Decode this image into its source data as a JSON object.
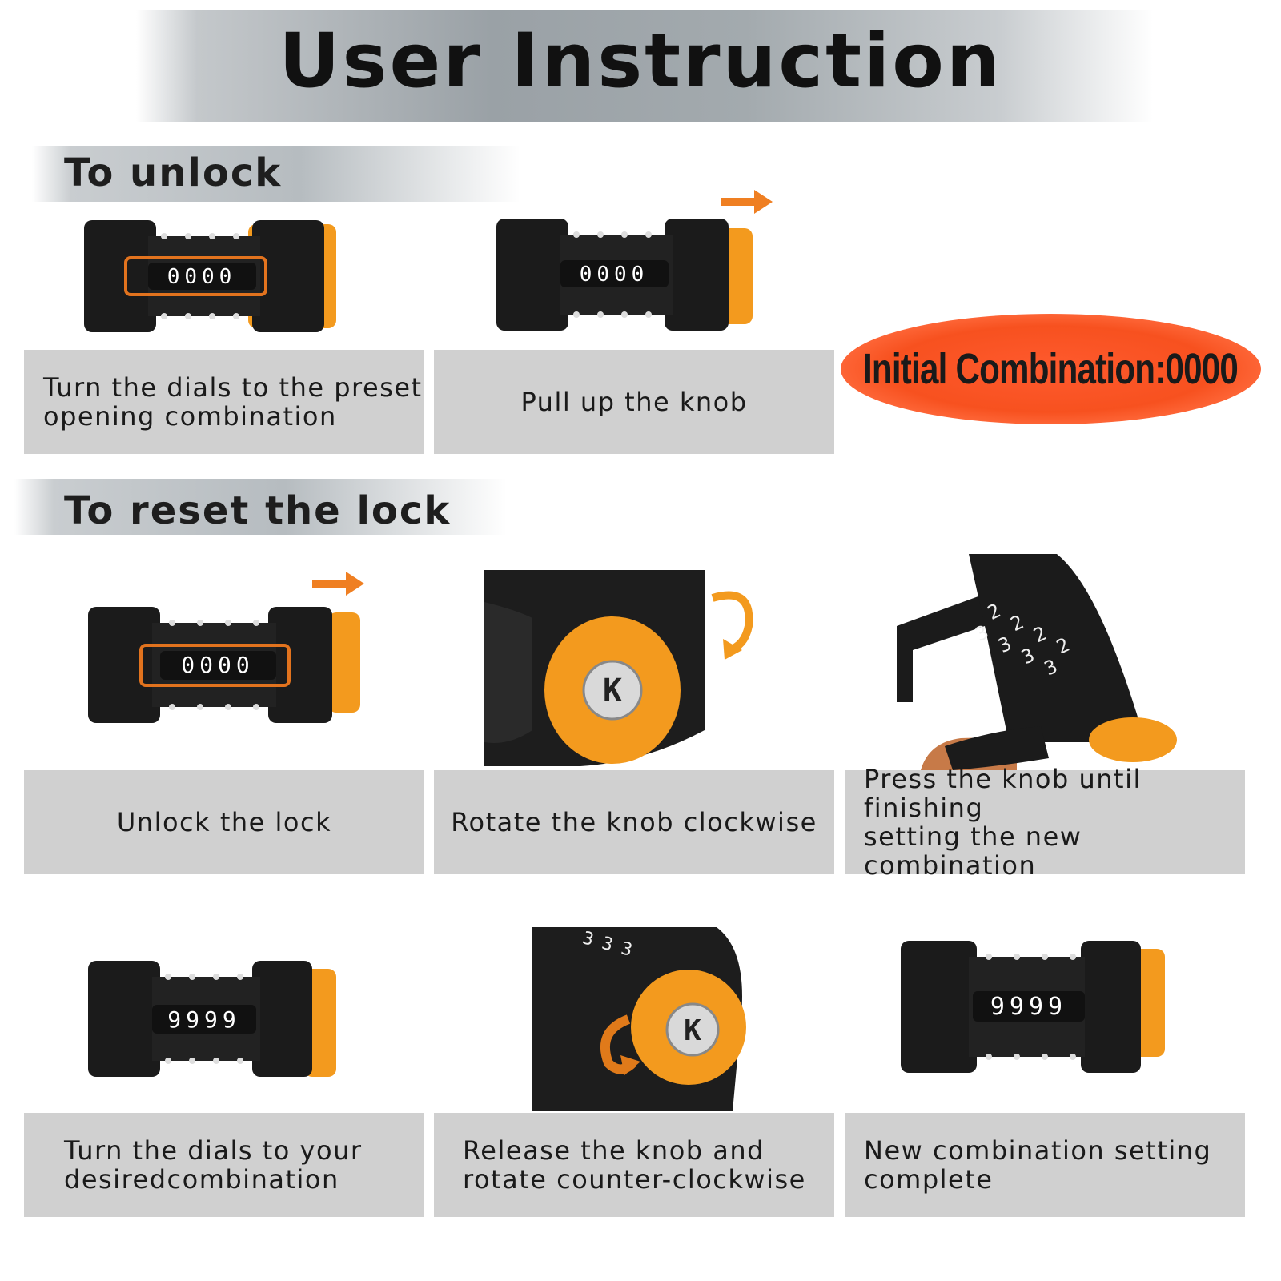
{
  "header": {
    "title": "User Instruction"
  },
  "unlock_section": {
    "heading": "To unlock",
    "steps": [
      {
        "caption": "Turn the dials to the preset\nopening combination",
        "dials": "0000"
      },
      {
        "caption": "Pull up the knob",
        "dials": "0000"
      }
    ],
    "badge": "Initial Combination:0000"
  },
  "reset_section": {
    "heading": "To reset the lock",
    "steps": [
      {
        "caption": "Unlock the lock",
        "dials": "0000"
      },
      {
        "caption": "Rotate the knob clockwise"
      },
      {
        "caption": "Press the knob until finishing\nsetting the new combination",
        "dials": "2222 / 3333"
      },
      {
        "caption": "Turn the dials to your\ndesiredcombination",
        "dials": "9999"
      },
      {
        "caption": "Release the knob and\nrotate counter-clockwise"
      },
      {
        "caption": "New combination setting\ncomplete",
        "dials": "9999"
      }
    ]
  },
  "colors": {
    "accent_orange": "#f39a1e",
    "arrow_orange": "#ef7f22",
    "badge_red": "#f7511f",
    "caption_gray": "#d0d0d0",
    "lock_black": "#1b1b1b"
  }
}
